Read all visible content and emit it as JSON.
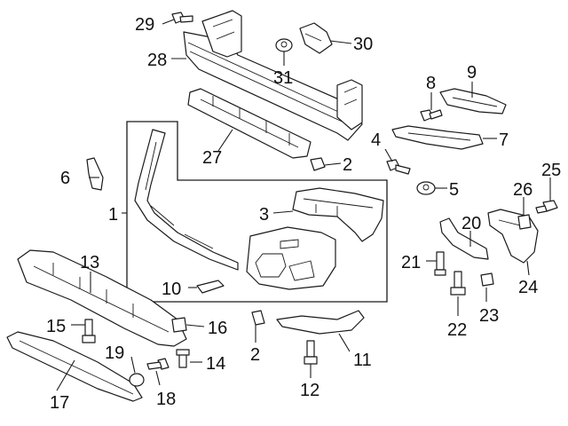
{
  "callouts": {
    "c1": "1",
    "c2a": "2",
    "c2b": "2",
    "c3": "3",
    "c4": "4",
    "c5": "5",
    "c6": "6",
    "c7": "7",
    "c8": "8",
    "c9": "9",
    "c10": "10",
    "c11": "11",
    "c12": "12",
    "c13": "13",
    "c14": "14",
    "c15": "15",
    "c16": "16",
    "c17": "17",
    "c18": "18",
    "c19": "19",
    "c20": "20",
    "c21": "21",
    "c22": "22",
    "c23": "23",
    "c24": "24",
    "c25": "25",
    "c26": "26",
    "c27": "27",
    "c28": "28",
    "c29": "29",
    "c30": "30",
    "c31": "31"
  },
  "colors": {
    "line": "#1a1a1a",
    "background": "#ffffff"
  }
}
